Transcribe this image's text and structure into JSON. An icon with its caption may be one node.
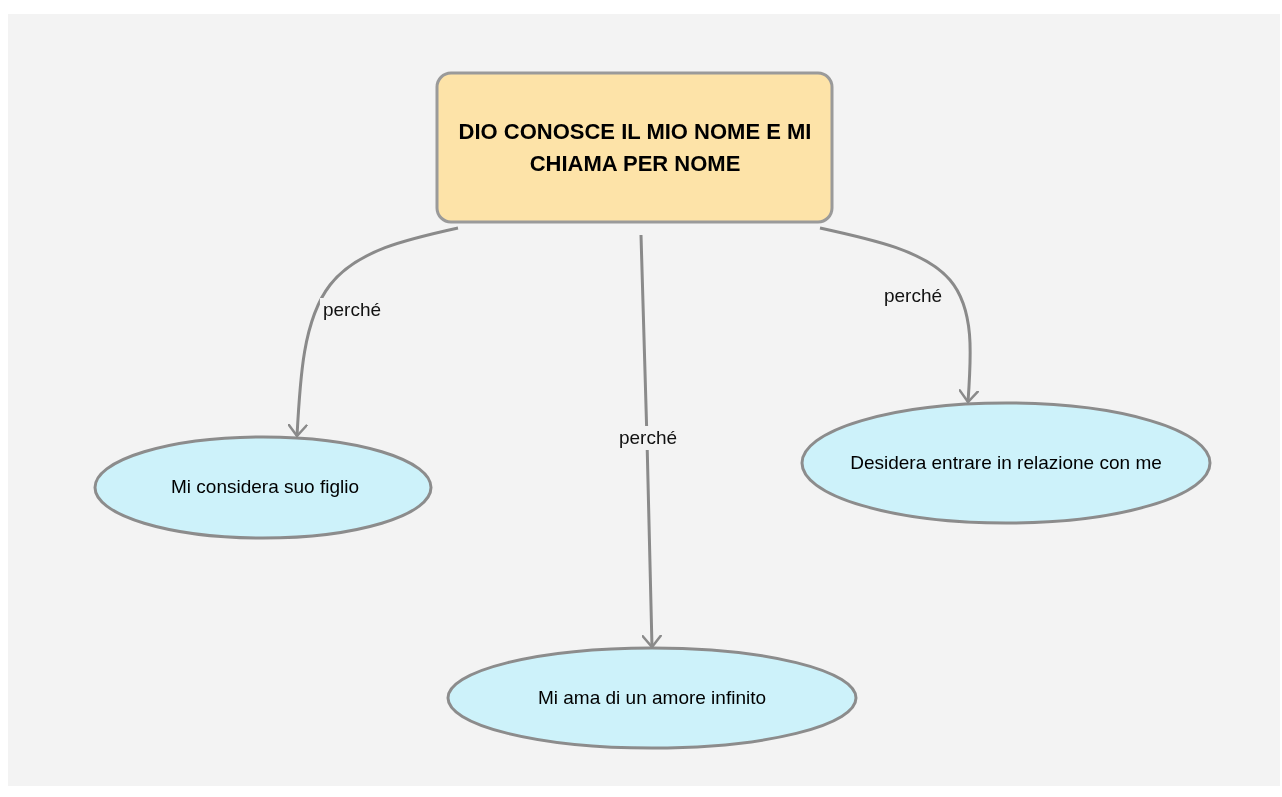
{
  "diagram": {
    "nodes": [
      {
        "text": [
          "DIO CONOSCE IL MIO NOME E MI CHIAMA PER NOME"
        ]
      },
      {
        "text": [
          "Mi considera suo figlio"
        ]
      },
      {
        "text": [
          "Desidera entrare in relazione con me"
        ]
      },
      {
        "text": [
          "Mi ama di un amore infinito"
        ]
      }
    ],
    "edges": [
      {
        "from": 0,
        "to": 1,
        "arrow": "to",
        "label": "perché"
      },
      {
        "from": 0,
        "to": 3,
        "arrow": "to",
        "label": "perché"
      },
      {
        "from": 0,
        "to": 2,
        "arrow": "to",
        "label": "perché"
      }
    ]
  }
}
